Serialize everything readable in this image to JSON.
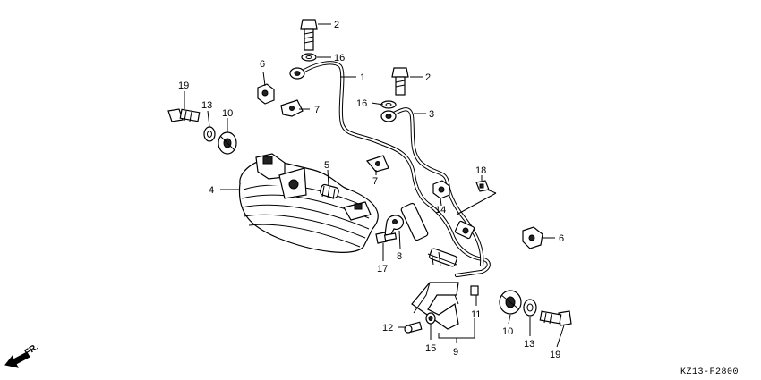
{
  "diagram": {
    "code": "KZ13-F2800",
    "direction_label": "FR.",
    "callouts": {
      "c1": "1",
      "c2a": "2",
      "c2b": "2",
      "c3": "3",
      "c4": "4",
      "c5": "5",
      "c6a": "6",
      "c6b": "6",
      "c7a": "7",
      "c7b": "7",
      "c8": "8",
      "c9": "9",
      "c10a": "10",
      "c10b": "10",
      "c11": "11",
      "c12": "12",
      "c13a": "13",
      "c13b": "13",
      "c14": "14",
      "c15": "15",
      "c16a": "16",
      "c16b": "16",
      "c17": "17",
      "c18": "18",
      "c19a": "19",
      "c19b": "19"
    }
  }
}
